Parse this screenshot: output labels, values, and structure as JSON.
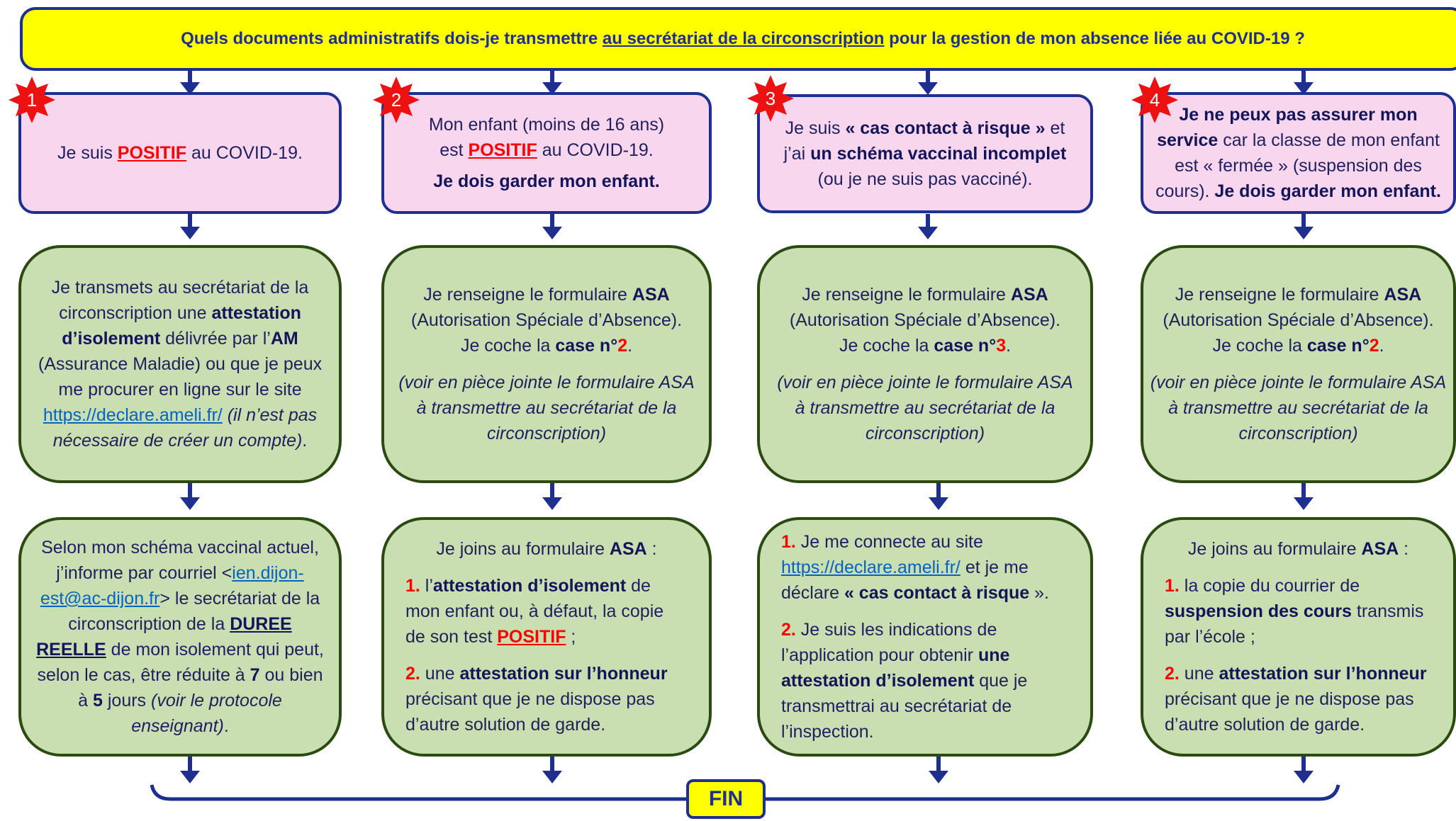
{
  "title": {
    "before": "Quels documents administratifs dois-je transmettre ",
    "underlined": "au secrétariat de la circonscription",
    "after": " pour la gestion de mon absence liée au COVID-19 ?"
  },
  "colors": {
    "header_bg": "#ffff00",
    "border": "#1f2f8f",
    "pink": "#f8d7ee",
    "green": "#c9dfb1",
    "red": "#ff0000",
    "link": "#0563c1"
  },
  "badges": [
    "1",
    "2",
    "3",
    "4"
  ],
  "col1": {
    "case": {
      "t1": "Je suis ",
      "pos": "POSITIF",
      "t2": " au COVID-19."
    },
    "step1": {
      "l1": "Je transmets au secrétariat de la circonscription une ",
      "b1": "attestation d’isolement",
      "l2": " délivrée par l’",
      "b2": "AM",
      "l3": " (Assurance Maladie) ou que je peux me procurer en ligne sur le site ",
      "link": "https://declare.ameli.fr/",
      "italic": "(il n’est pas nécessaire de créer un compte)",
      "end": "."
    },
    "step2": {
      "l1": "Selon mon schéma vaccinal actuel, j’informe par courriel ",
      "lt": "<",
      "email": "ien.dijon-est@ac-dijon.fr",
      "gt": ">",
      "l2": " le secrétariat de la circonscription de la ",
      "b1": "DUREE REELLE",
      "l3": " de mon isolement qui peut, selon le cas, être réduite à ",
      "n7": "7",
      "l4": " ou bien à ",
      "n5": "5",
      "l5": " jours ",
      "italic": "(voir le protocole enseignant)",
      "end": "."
    }
  },
  "col2": {
    "case": {
      "l1": "Mon enfant (moins de 16 ans)",
      "l2a": "est ",
      "pos": "POSITIF",
      "l2b": " au COVID-19.",
      "bold": "Je dois garder mon enfant."
    },
    "step1": {
      "l1": "Je renseigne le formulaire ",
      "asa": "ASA",
      "l2": "(Autorisation Spéciale d’Absence).",
      "l3": "Je coche la ",
      "case": "case n°",
      "num": "2",
      "end": ".",
      "italic": "(voir en pièce jointe le formulaire ASA à transmettre au secrétariat de la circonscription)"
    },
    "step2": {
      "intro": "Je joins au formulaire ",
      "asa": "ASA",
      "colon": " :",
      "n1": "1.",
      "i1a": " l’",
      "i1b": "attestation d’isolement",
      "i1c": " de mon enfant ou, à défaut, la copie de son test ",
      "i1pos": "POSITIF",
      "i1d": " ;",
      "n2": "2.",
      "i2a": " une ",
      "i2b": "attestation sur l’honneur",
      "i2c": " précisant que je ne dispose pas d’autre solution de garde."
    }
  },
  "col3": {
    "case": {
      "t1": "Je suis ",
      "b1": "« cas contact à risque »",
      "t2": " et j’ai ",
      "b2": "un schéma vaccinal incomplet",
      "t3": " (ou je ne suis pas vacciné)."
    },
    "step1": {
      "l1": "Je renseigne le formulaire ",
      "asa": "ASA",
      "l2": "(Autorisation Spéciale d’Absence).",
      "l3": "Je coche la ",
      "case": "case n°",
      "num": "3",
      "end": ".",
      "italic": "(voir en pièce jointe le formulaire ASA à transmettre au secrétariat de la circonscription)"
    },
    "step2": {
      "n1": "1.",
      "i1a": " Je me connecte au site ",
      "link": "https://declare.ameli.fr/",
      "i1b": " et je me déclare ",
      "i1c": "« cas contact à risque",
      "i1d": " ».",
      "n2": "2.",
      "i2a": " Je suis les indications de l’application pour obtenir ",
      "i2b": "une attestation d’isolement",
      "i2c": " que je transmettrai au secrétariat de l’inspection."
    }
  },
  "col4": {
    "case": {
      "b1": "Je ne peux pas assurer mon service",
      "t1": " car la classe de mon enfant est « fermée » (suspension des cours). ",
      "b2": "Je dois garder mon enfant."
    },
    "step1": {
      "l1": "Je renseigne le formulaire ",
      "asa": "ASA",
      "l2": "(Autorisation Spéciale d’Absence).",
      "l3": "Je coche la ",
      "case": "case n°",
      "num": "2",
      "end": ".",
      "italic": "(voir en pièce jointe le formulaire ASA à transmettre au secrétariat de la circonscription)"
    },
    "step2": {
      "intro": "Je joins au formulaire ",
      "asa": "ASA",
      "colon": " :",
      "n1": "1.",
      "i1a": " la copie du courrier de ",
      "i1b": "suspension des cours",
      "i1c": " transmis par l’école ;",
      "n2": "2.",
      "i2a": " une ",
      "i2b": "attestation sur l’honneur",
      "i2c": " précisant que je ne dispose pas d’autre solution de garde."
    }
  },
  "fin": "FIN"
}
